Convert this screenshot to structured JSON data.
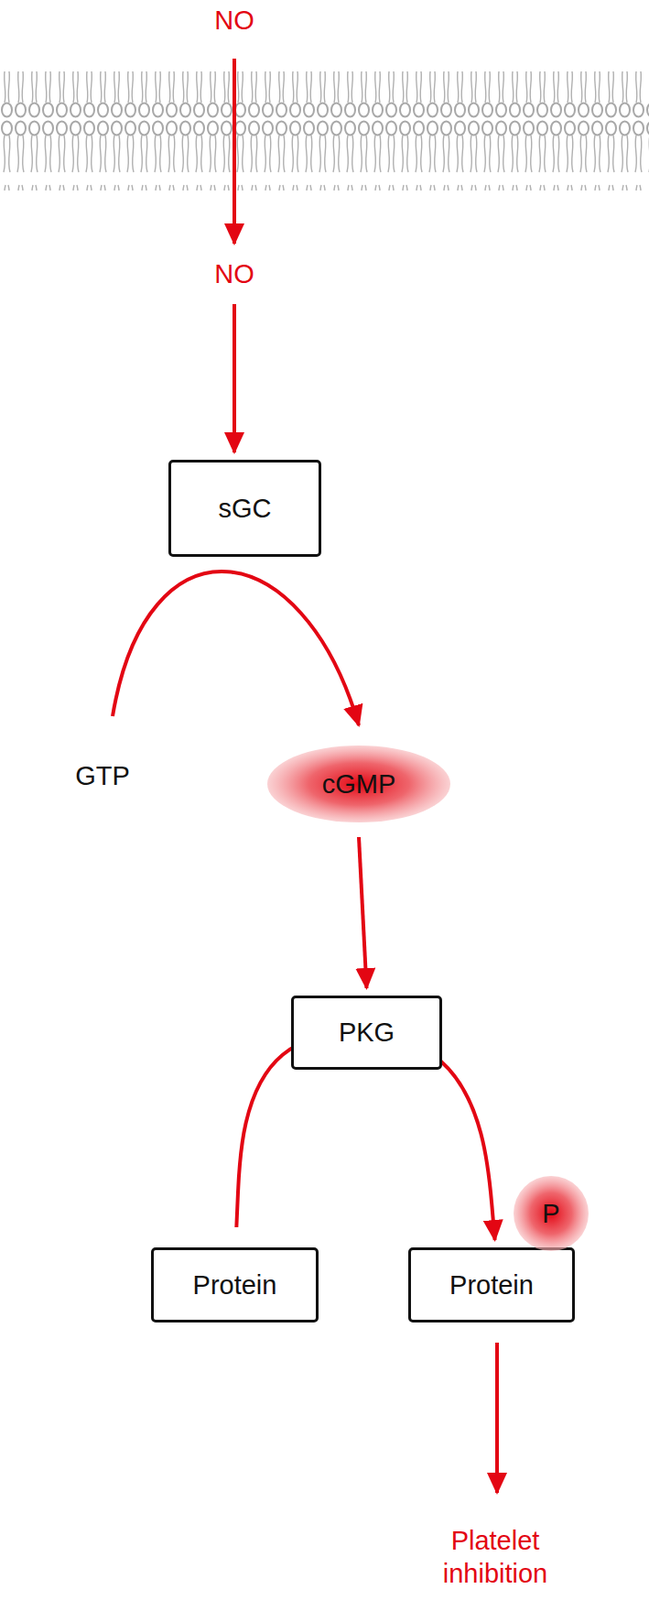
{
  "diagram": {
    "nodes": [
      {
        "text": [
          "sGC"
        ]
      },
      {
        "text": [
          "cGMP"
        ]
      },
      {
        "text": [
          "PKG"
        ]
      },
      {
        "text": [
          "Protein"
        ]
      },
      {
        "text": [
          "Protein"
        ]
      },
      {
        "text": [
          "P"
        ]
      }
    ],
    "edges": [
      {
        "from": 1,
        "to": 2,
        "arrow": "to"
      },
      {
        "from": 3,
        "to": 4,
        "arrow": "to"
      }
    ],
    "labels": [
      "NO",
      "NO",
      "GTP",
      "Platelet inhibition"
    ]
  }
}
